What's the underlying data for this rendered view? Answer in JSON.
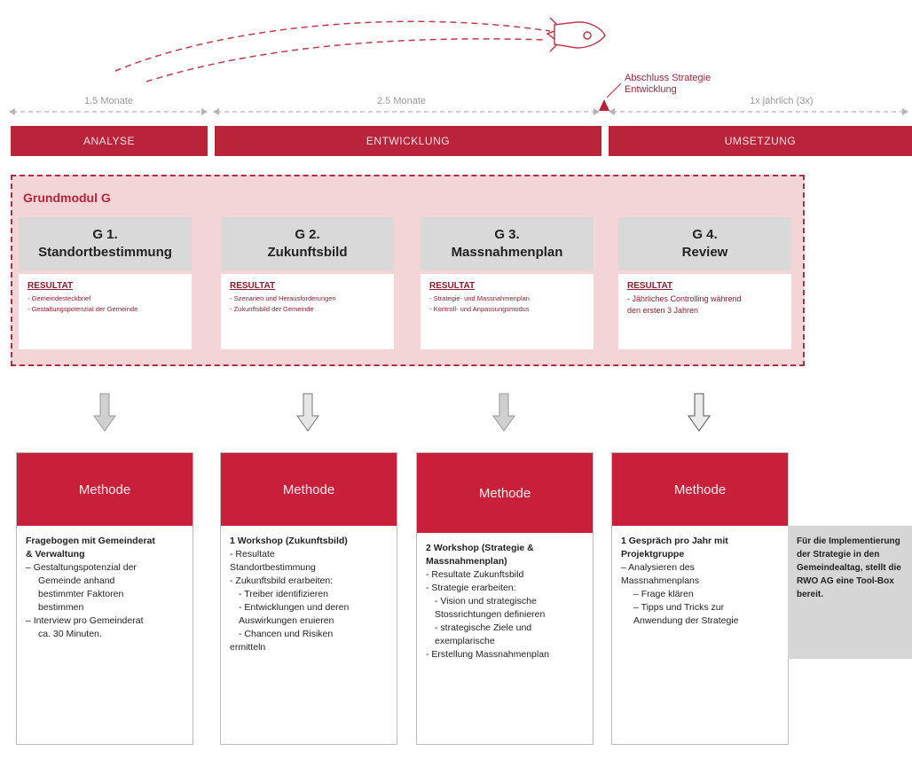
{
  "timeline": {
    "durations": [
      "1.5 Monate",
      "2.5 Monate",
      "1x jährlich (3x)"
    ],
    "milestone": [
      "Abschluss Strategie",
      "Entwicklung"
    ],
    "phases": [
      "ANALYSE",
      "ENTWICKLUNG",
      "UMSETZUNG"
    ]
  },
  "module": {
    "title": "Grundmodul G",
    "cards": [
      {
        "code": "G 1.",
        "name": "Standortbestimmung",
        "result_title": "RESULTAT",
        "items": [
          "- Gemeindesteckbrief",
          "- Gestaltungspotenzial der Gemeinde"
        ]
      },
      {
        "code": "G 2.",
        "name": "Zukunftsbild",
        "result_title": "RESULTAT",
        "items": [
          "- Szenarien und Herausforderungen",
          "- Zukunftsbild der Gemeinde"
        ]
      },
      {
        "code": "G 3.",
        "name": "Massnahmenplan",
        "result_title": "RESULTAT",
        "items": [
          "- Strategie- und Massnahmenplan",
          "- Kontroll- und Anpassungsmodus"
        ]
      },
      {
        "code": "G 4.",
        "name": "Review",
        "result_title": "RESULTAT",
        "items": [
          "- Jährliches Controlling während",
          "den ersten 3 Jahren"
        ]
      }
    ]
  },
  "methods": [
    {
      "head": "Methode",
      "title": [
        "Fragebogen mit Gemeinderat",
        "& Verwaltung"
      ],
      "lines": [
        {
          "t": "–   Gestaltungspotenzial der",
          "c": ""
        },
        {
          "t": "Gemeinde anhand",
          "c": "mb-indent"
        },
        {
          "t": "bestimmter Faktoren",
          "c": "mb-indent"
        },
        {
          "t": "bestimmen",
          "c": "mb-indent"
        },
        {
          "t": "–   Interview pro Gemeinderat",
          "c": ""
        },
        {
          "t": "ca. 30 Minuten.",
          "c": "mb-indent"
        }
      ]
    },
    {
      "head": "Methode",
      "title": [
        "1 Workshop (Zukunftsbild)"
      ],
      "lines": [
        {
          "t": "- Resultate",
          "c": ""
        },
        {
          "t": "Standortbestimmung",
          "c": ""
        },
        {
          "t": "- Zukunftsbild erarbeiten:",
          "c": ""
        },
        {
          "t": "- Treiber identifizieren",
          "c": "mb-indent2"
        },
        {
          "t": "- Entwicklungen und deren",
          "c": "mb-indent2"
        },
        {
          "t": "Auswirkungen eruieren",
          "c": "mb-indent2"
        },
        {
          "t": "- Chancen und Risiken",
          "c": "mb-indent2"
        },
        {
          "t": "ermitteln",
          "c": ""
        }
      ]
    },
    {
      "head": "Methode",
      "title": [
        "2 Workshop (Strategie &",
        "Massnahmenplan)"
      ],
      "lines": [
        {
          "t": "- Resultate Zukunftsbild",
          "c": ""
        },
        {
          "t": "- Strategie erarbeiten:",
          "c": ""
        },
        {
          "t": "- Vision und strategische",
          "c": "mb-indent2"
        },
        {
          "t": "Stossrichtungen definieren",
          "c": "mb-indent2"
        },
        {
          "t": "- strategische Ziele und",
          "c": "mb-indent2"
        },
        {
          "t": "exemplarische",
          "c": "mb-indent2"
        },
        {
          "t": "- Erstellung Massnahmenplan",
          "c": ""
        }
      ]
    },
    {
      "head": "Methode",
      "title": [
        "1 Gespräch pro Jahr mit",
        "Projektgruppe"
      ],
      "lines": [
        {
          "t": "–   Analysieren des",
          "c": ""
        },
        {
          "t": "Massnahmenplans",
          "c": ""
        },
        {
          "t": "–   Frage klären",
          "c": "mb-indent"
        },
        {
          "t": "–   Tipps und Tricks zur",
          "c": "mb-indent"
        },
        {
          "t": "Anwendung der Strategie",
          "c": "mb-indent"
        }
      ]
    }
  ],
  "side_note": "Für die Implementierung der Strategie in den Gemeindealtag, stellt die RWO AG eine Tool-Box bereit."
}
